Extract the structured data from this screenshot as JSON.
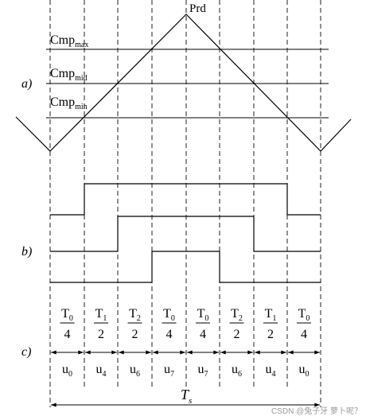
{
  "figure": {
    "carrier_label": "Prd",
    "panel_labels": {
      "a": "a)",
      "b": "b)",
      "c": "c)"
    },
    "compare_levels": [
      {
        "base": "Cmp",
        "sub": "max"
      },
      {
        "base": "Cmp",
        "sub": "mid"
      },
      {
        "base": "Cmp",
        "sub": "min"
      }
    ],
    "intervals": [
      {
        "numerator": {
          "base": "T",
          "sub": "0"
        },
        "denominator": "4",
        "vector": {
          "base": "u",
          "sub": "0"
        }
      },
      {
        "numerator": {
          "base": "T",
          "sub": "1"
        },
        "denominator": "2",
        "vector": {
          "base": "u",
          "sub": "4"
        }
      },
      {
        "numerator": {
          "base": "T",
          "sub": "2"
        },
        "denominator": "2",
        "vector": {
          "base": "u",
          "sub": "6"
        }
      },
      {
        "numerator": {
          "base": "T",
          "sub": "0"
        },
        "denominator": "4",
        "vector": {
          "base": "u",
          "sub": "7"
        }
      },
      {
        "numerator": {
          "base": "T",
          "sub": "0"
        },
        "denominator": "4",
        "vector": {
          "base": "u",
          "sub": "7"
        }
      },
      {
        "numerator": {
          "base": "T",
          "sub": "2"
        },
        "denominator": "2",
        "vector": {
          "base": "u",
          "sub": "6"
        }
      },
      {
        "numerator": {
          "base": "T",
          "sub": "1"
        },
        "denominator": "2",
        "vector": {
          "base": "u",
          "sub": "4"
        }
      },
      {
        "numerator": {
          "base": "T",
          "sub": "0"
        },
        "denominator": "4",
        "vector": {
          "base": "u",
          "sub": "0"
        }
      }
    ],
    "period_label": {
      "base": "T",
      "sub": "s"
    }
  },
  "watermark": "CSDN @兔子牙 萝卜呢？"
}
